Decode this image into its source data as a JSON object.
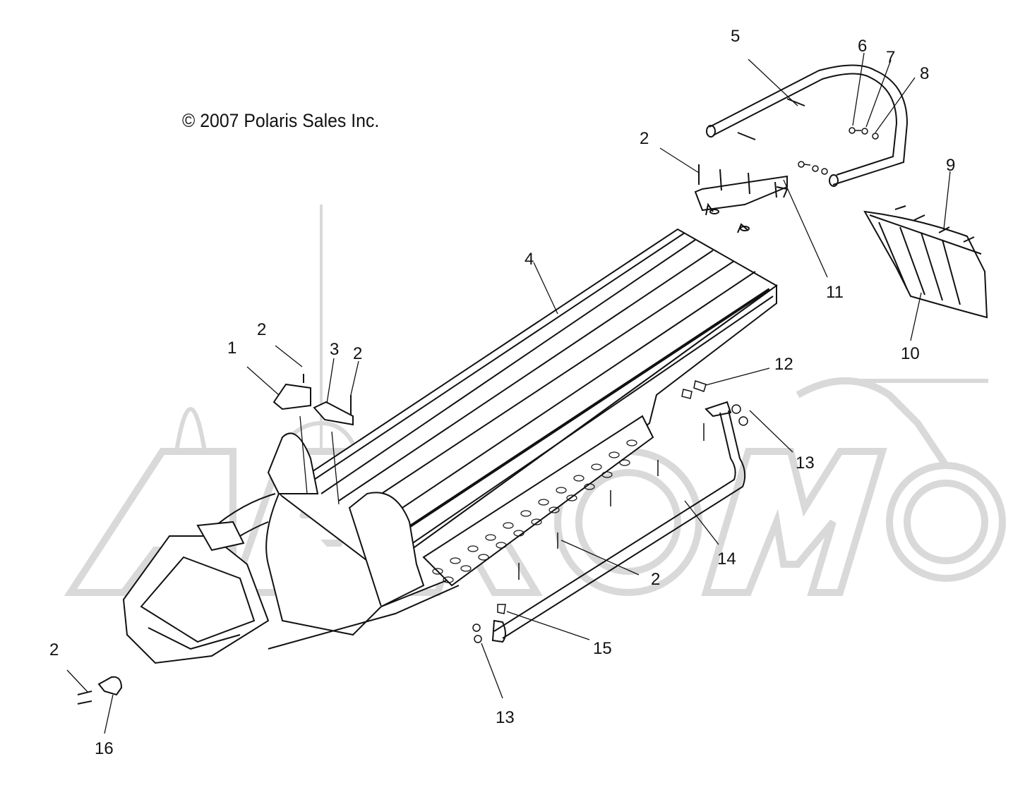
{
  "copyright": "© 2007 Polaris Sales Inc.",
  "watermark": "AEROMOTO",
  "callouts": {
    "c1": "1",
    "c2a": "2",
    "c3": "3",
    "c2b": "2",
    "c4": "4",
    "c5": "5",
    "c6": "6",
    "c7": "7",
    "c8": "8",
    "c2c": "2",
    "c9": "9",
    "c11": "11",
    "c10": "10",
    "c12": "12",
    "c13a": "13",
    "c14": "14",
    "c2d": "2",
    "c15": "15",
    "c13b": "13",
    "c2e": "2",
    "c16": "16"
  },
  "colors": {
    "line": "#111111",
    "watermark": "#d9d9d9"
  }
}
